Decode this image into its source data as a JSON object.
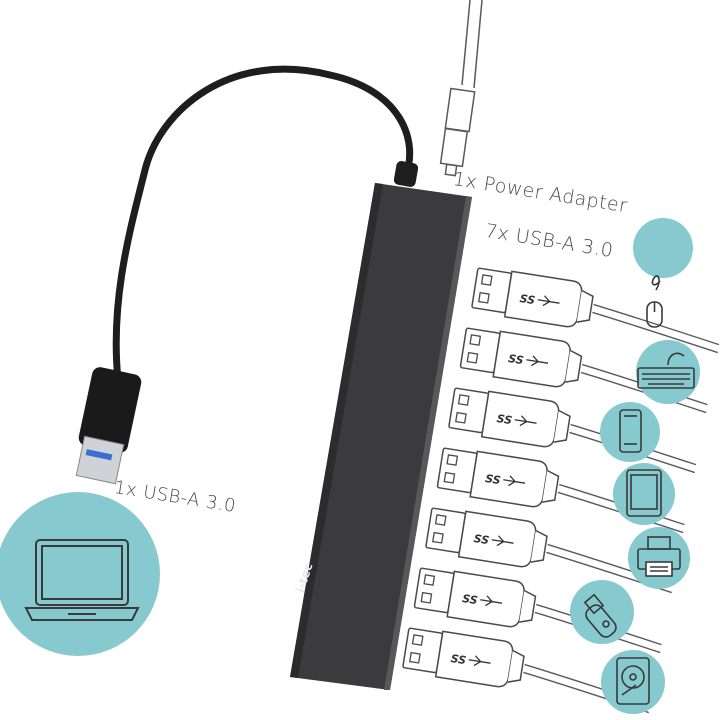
{
  "labels": {
    "power": "1x Power Adapter",
    "usb_ports": "7x USB-A 3.0",
    "usb_upstream": "1x USB-A 3.0",
    "brand": "i-tec",
    "ss_logo": "SS"
  },
  "colors": {
    "accent_circle": "#86c9cf",
    "hub_body": "#3d3d3f",
    "line": "#5a5a5a"
  },
  "devices": [
    {
      "icon": "mouse-icon"
    },
    {
      "icon": "keyboard-icon"
    },
    {
      "icon": "smartphone-icon"
    },
    {
      "icon": "tablet-icon"
    },
    {
      "icon": "printer-icon"
    },
    {
      "icon": "usb-flash-drive-icon"
    },
    {
      "icon": "hard-drive-icon"
    }
  ],
  "upstream_device": {
    "icon": "laptop-icon"
  }
}
